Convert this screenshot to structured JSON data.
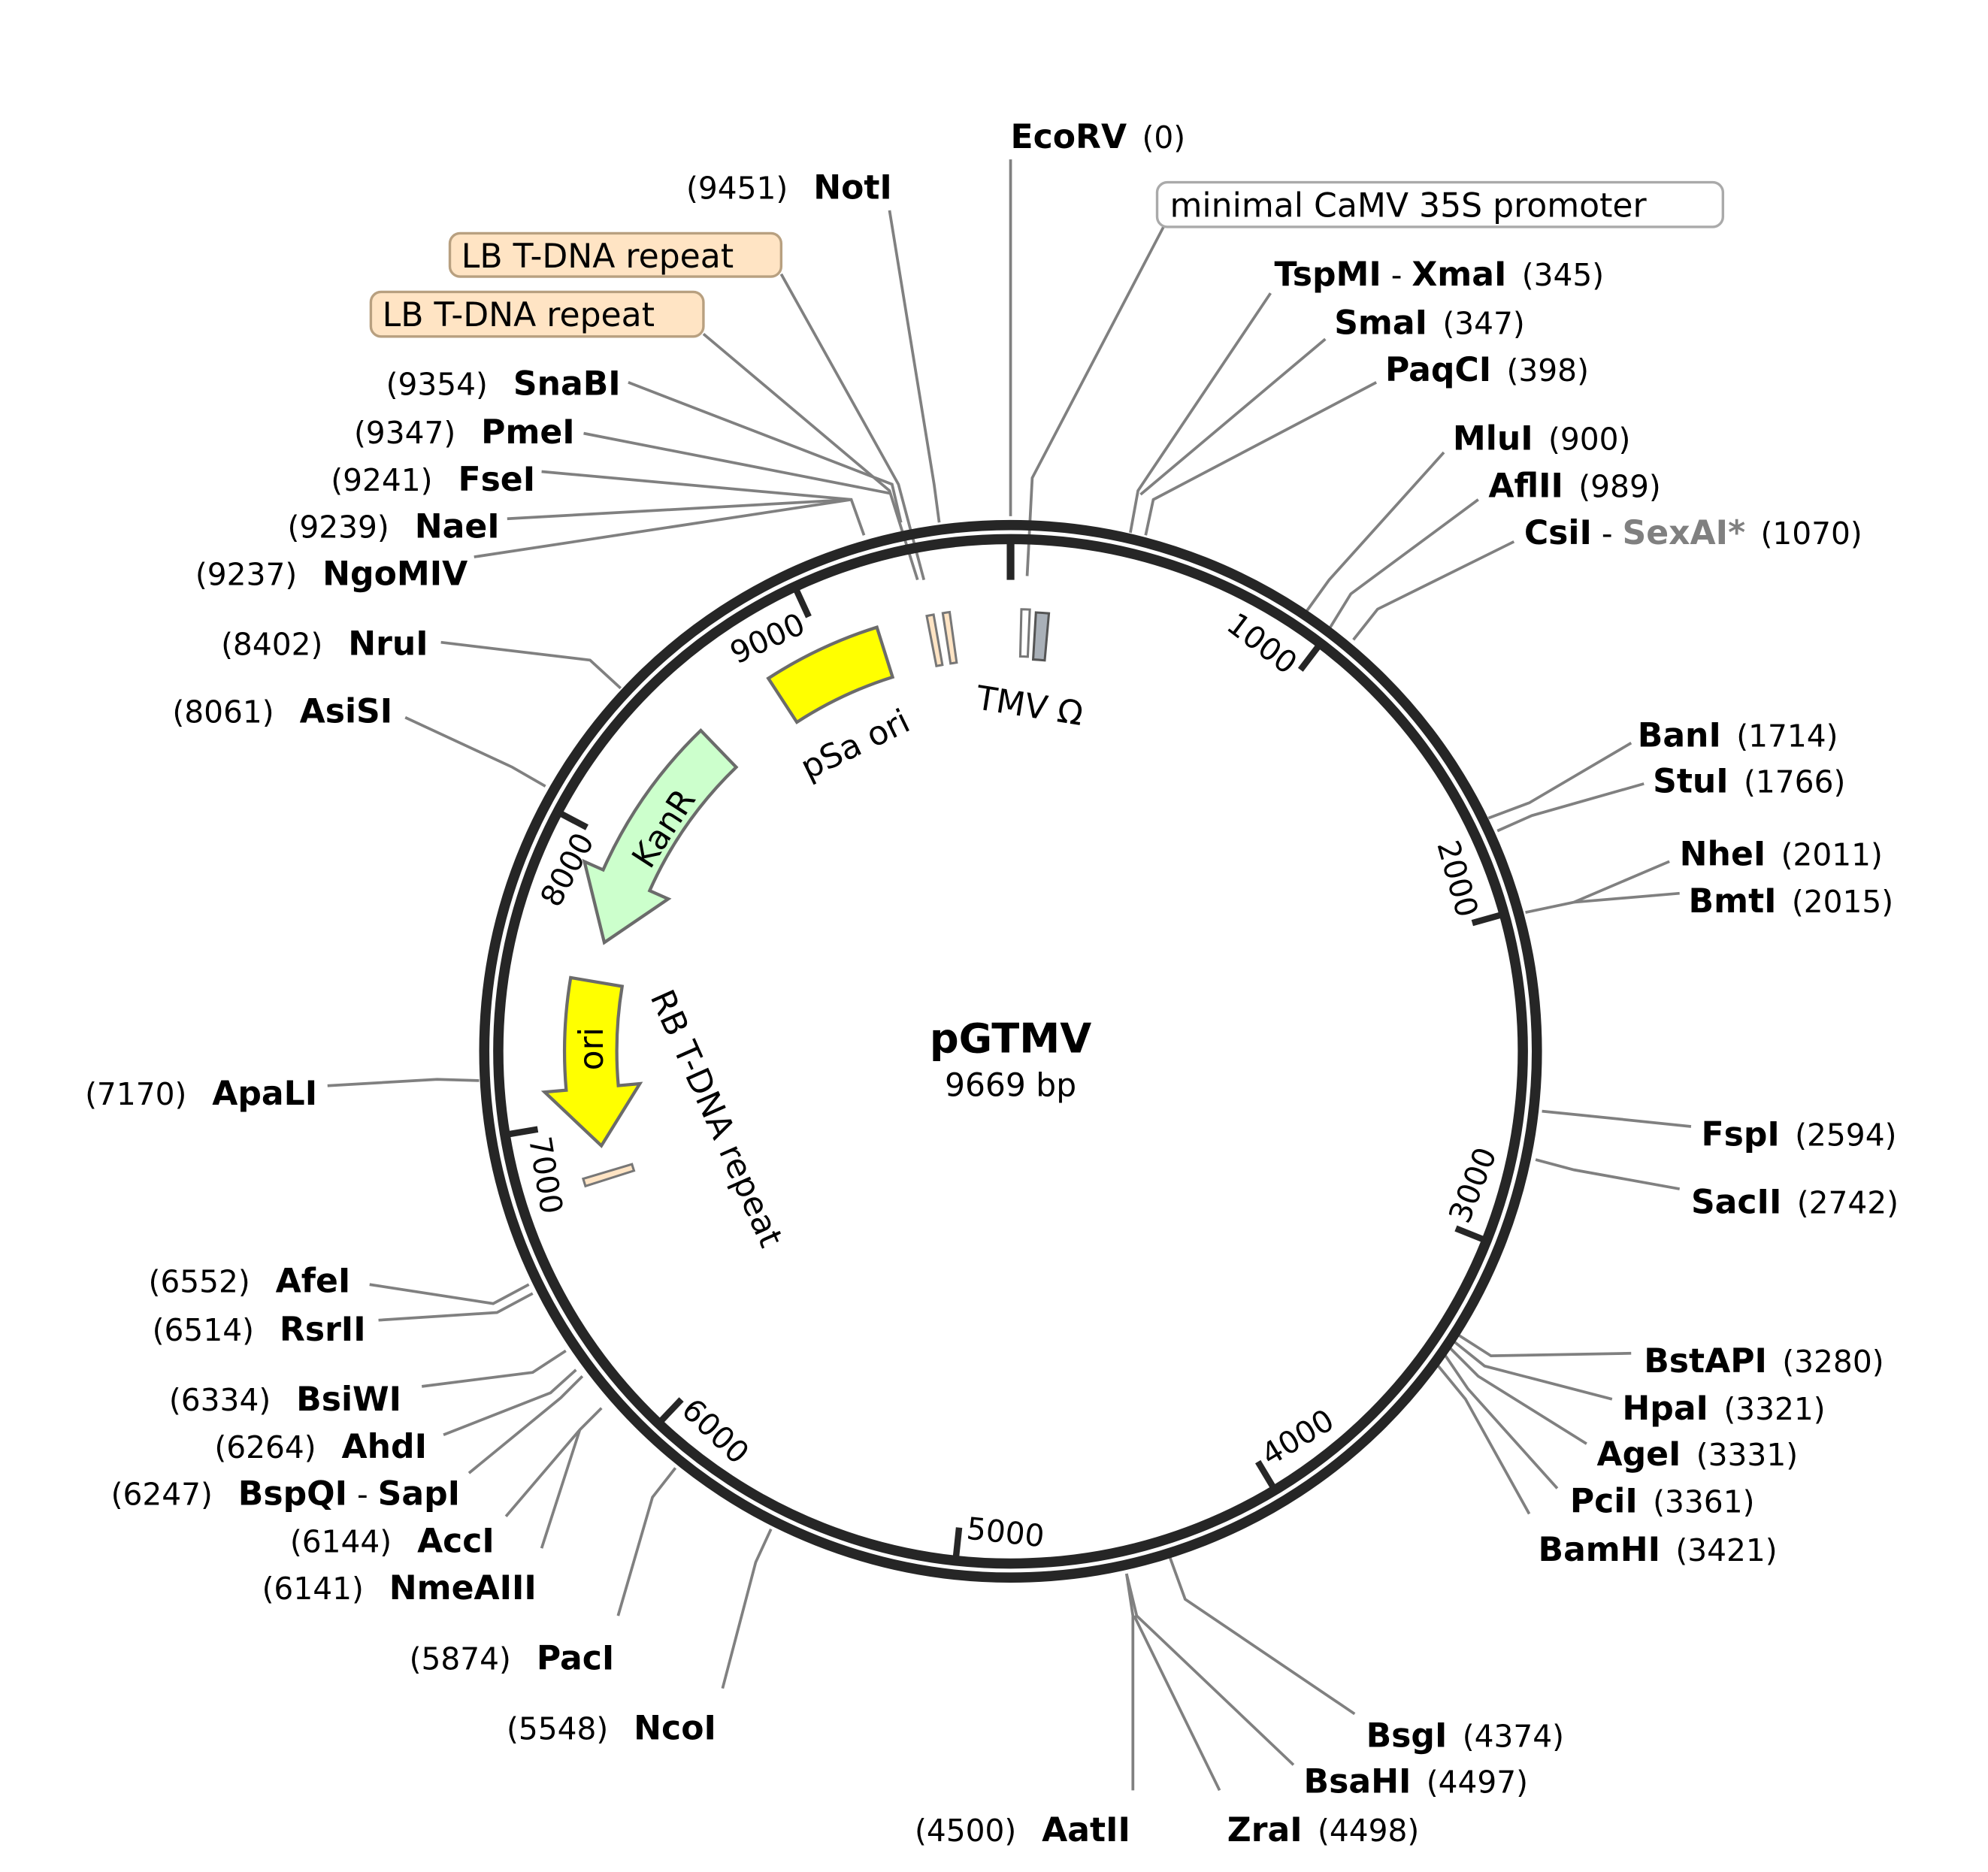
{
  "map": {
    "name": "pGTMV",
    "size": "9669 bp",
    "total_bp": 9669
  },
  "ticks": [
    1000,
    2000,
    3000,
    4000,
    5000,
    6000,
    7000,
    8000,
    9000
  ],
  "tick_labels": [
    "1000",
    "2000",
    "3000",
    "4000",
    "5000",
    "6000",
    "7000",
    "8000",
    "9000"
  ],
  "enzymes_right": [
    {
      "name": "EcoRV",
      "pos": "(0)"
    },
    {
      "name": "TspMI",
      "sep": " - ",
      "name2": "XmaI",
      "pos": "(345)"
    },
    {
      "name": "SmaI",
      "pos": "(347)"
    },
    {
      "name": "PaqCI",
      "pos": "(398)"
    },
    {
      "name": "MluI",
      "pos": "(900)"
    },
    {
      "name": "AflII",
      "pos": "(989)"
    },
    {
      "name": "CsiI",
      "sep": " - ",
      "name2": "SexAI*",
      "pos": "(1070)"
    },
    {
      "name": "BanI",
      "pos": "(1714)"
    },
    {
      "name": "StuI",
      "pos": "(1766)"
    },
    {
      "name": "NheI",
      "pos": "(2011)"
    },
    {
      "name": "BmtI",
      "pos": "(2015)"
    },
    {
      "name": "FspI",
      "pos": "(2594)"
    },
    {
      "name": "SacII",
      "pos": "(2742)"
    },
    {
      "name": "BstAPI",
      "pos": "(3280)"
    },
    {
      "name": "HpaI",
      "pos": "(3321)"
    },
    {
      "name": "AgeI",
      "pos": "(3331)"
    },
    {
      "name": "PciI",
      "pos": "(3361)"
    },
    {
      "name": "BamHI",
      "pos": "(3421)"
    },
    {
      "name": "BsgI",
      "pos": "(4374)"
    },
    {
      "name": "BsaHI",
      "pos": "(4497)"
    },
    {
      "name": "ZraI",
      "pos": "(4498)"
    }
  ],
  "enzymes_left": [
    {
      "name": "AatII",
      "pos": "(4500)"
    },
    {
      "name": "NotI",
      "pos": "(9451)"
    },
    {
      "name": "SnaBI",
      "pos": "(9354)"
    },
    {
      "name": "PmeI",
      "pos": "(9347)"
    },
    {
      "name": "FseI",
      "pos": "(9241)"
    },
    {
      "name": "NaeI",
      "pos": "(9239)"
    },
    {
      "name": "NgoMIV",
      "pos": "(9237)"
    },
    {
      "name": "NruI",
      "pos": "(8402)"
    },
    {
      "name": "AsiSI",
      "pos": "(8061)"
    },
    {
      "name": "ApaLI",
      "pos": "(7170)"
    },
    {
      "name": "AfeI",
      "pos": "(6552)"
    },
    {
      "name": "RsrII",
      "pos": "(6514)"
    },
    {
      "name": "BsiWI",
      "pos": "(6334)"
    },
    {
      "name": "AhdI",
      "pos": "(6264)"
    },
    {
      "name": "BspQI",
      "sep": " - ",
      "name2": "SapI",
      "pos": "(6247)"
    },
    {
      "name": "AccI",
      "pos": "(6144)"
    },
    {
      "name": "NmeAIII",
      "pos": "(6141)"
    },
    {
      "name": "PacI",
      "pos": "(5874)"
    },
    {
      "name": "NcoI",
      "pos": "(5548)"
    }
  ],
  "boxed_labels": {
    "promoter": "minimal CaMV 35S promoter",
    "lb1": "LB T-DNA repeat",
    "lb2": "LB T-DNA repeat"
  },
  "features": {
    "psa_ori": "pSa ori",
    "kanr": "KanR",
    "ori": "ori",
    "rb": "RB T-DNA repeat",
    "tmv": "TMV Ω"
  },
  "colors": {
    "ring": "#262626",
    "leader": "#808080",
    "yellow": "#ffff00",
    "kanr": "#ccffcc",
    "tdna": "#ffe4c4",
    "tmv_gray": "#a9b0b8"
  }
}
